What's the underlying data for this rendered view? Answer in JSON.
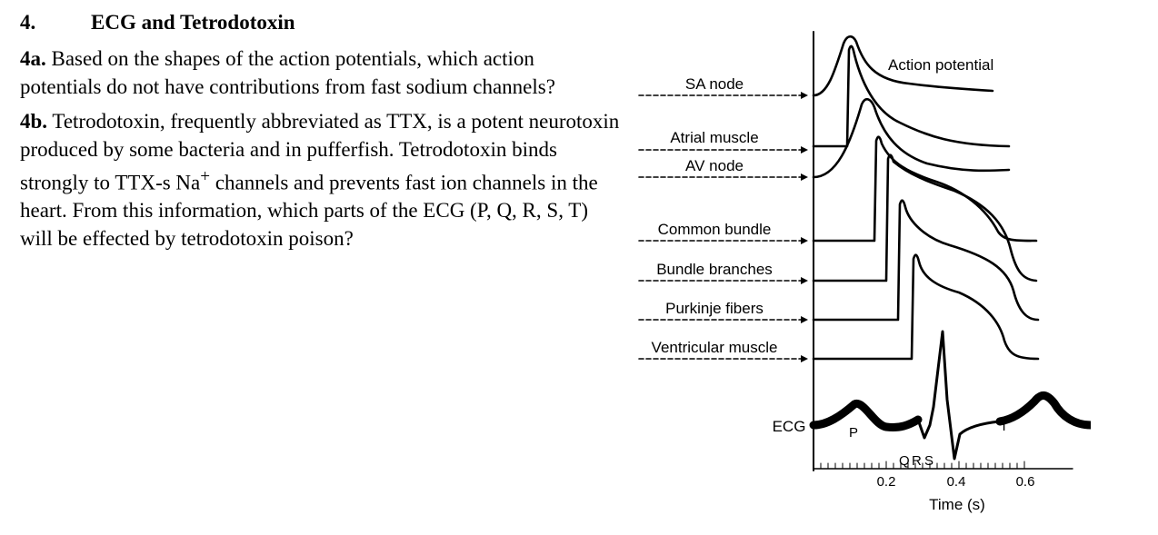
{
  "question": {
    "number": "4.",
    "title": "ECG and Tetrodotoxin",
    "part_a": {
      "label": "4a.",
      "text": "Based on the shapes of the action potentials, which action potentials do not have contributions from fast sodium channels?"
    },
    "part_b": {
      "label": "4b.",
      "text_before": "Tetrodotoxin, frequently abbreviated as TTX, is a potent neurotoxin produced by some bacteria and in pufferfish. Tetrodotoxin binds strongly to TTX-s Na",
      "superscript": "+",
      "text_after": " channels and prevents fast ion channels in the heart. From this information, which parts of the ECG (P, Q, R, S, T) will be effected by tetrodotoxin poison?"
    }
  },
  "figure": {
    "curve_title": "Action potential",
    "tissues": [
      "SA node",
      "Atrial muscle",
      "AV node",
      "Common bundle",
      "Bundle branches",
      "Purkinje fibers",
      "Ventricular muscle"
    ],
    "ecg_label": "ECG",
    "waves": {
      "p": "P",
      "q": "Q",
      "r": "R",
      "s": "S",
      "t": "T"
    },
    "ticks": [
      "0.2",
      "0.4",
      "0.6"
    ],
    "x_axis_label": "Time (s)"
  }
}
